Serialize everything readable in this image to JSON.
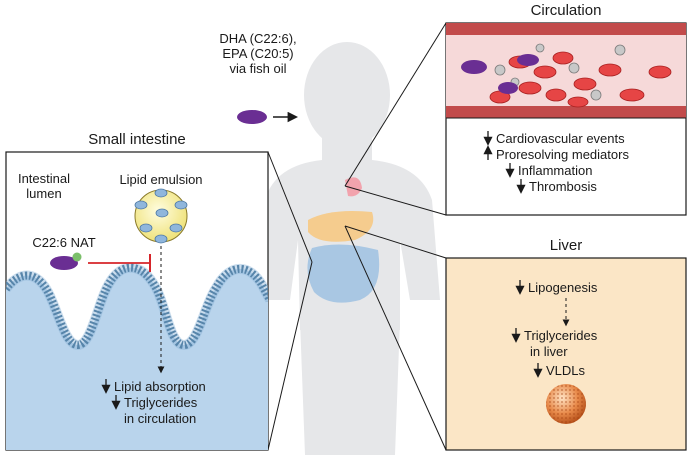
{
  "diagram": {
    "input": {
      "line1": "DHA (C22:6),",
      "line2": "EPA (C20:5)",
      "line3": "via fish oil"
    },
    "small_intestine": {
      "title": "Small intestine",
      "title_color": "#1a72b8",
      "lumen_line1": "Intestinal",
      "lumen_line2": "lumen",
      "emulsion_label": "Lipid emulsion",
      "nat_label": "C22:6 NAT",
      "effects": [
        {
          "direction": "down",
          "text": "Lipid absorption"
        },
        {
          "direction": "down",
          "text": "Triglycerides"
        }
      ],
      "effect_continuation": "in circulation"
    },
    "circulation": {
      "title": "Circulation",
      "title_color": "#d6252a",
      "effects": [
        {
          "direction": "down",
          "text": "Cardiovascular events"
        },
        {
          "direction": "up",
          "text": "Proresolving mediators"
        },
        {
          "direction": "down",
          "text": "Inflammation"
        },
        {
          "direction": "down",
          "text": "Thrombosis"
        }
      ]
    },
    "liver": {
      "title": "Liver",
      "title_color": "#f39a1e",
      "effects": [
        {
          "direction": "down",
          "text": "Lipogenesis"
        },
        {
          "direction": "down",
          "text": "Triglycerides"
        },
        {
          "direction": "down",
          "text": "VLDLs"
        }
      ],
      "triglycerides_continuation": "in liver"
    }
  }
}
